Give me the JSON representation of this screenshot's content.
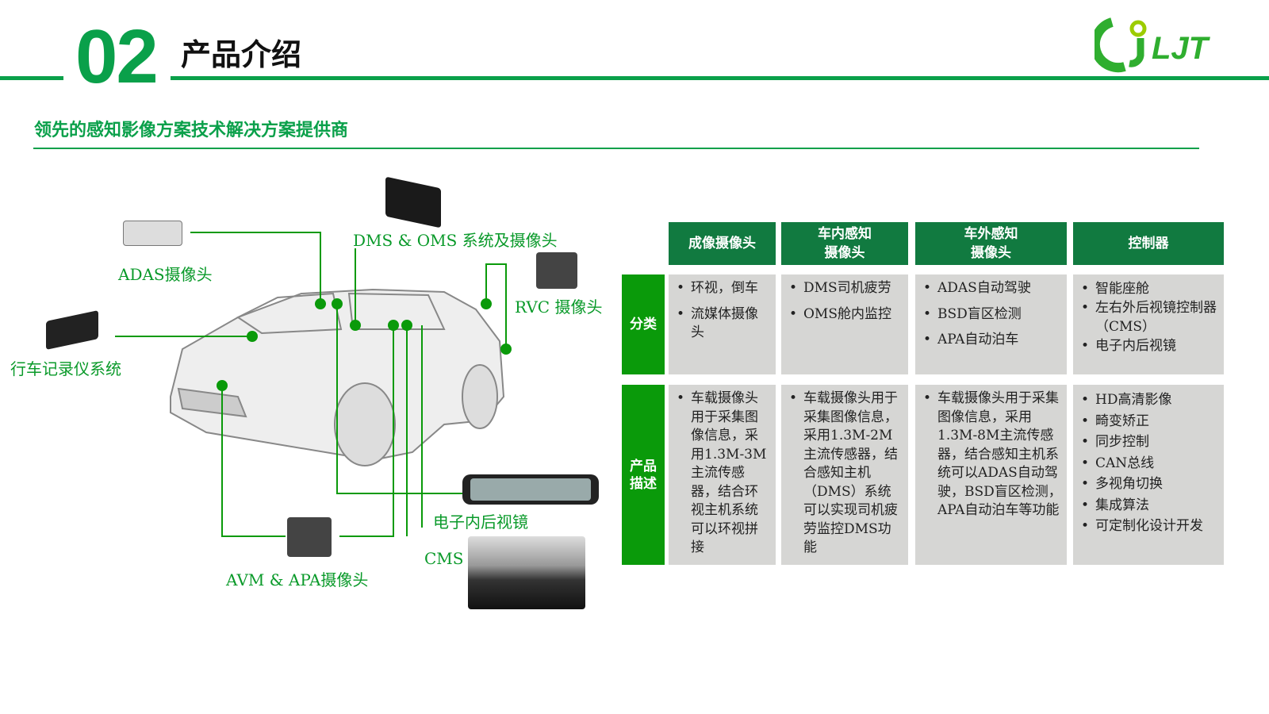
{
  "header": {
    "number": "02",
    "title": "产品介绍",
    "subtitle": "领先的感知影像方案技术解决方案提供商",
    "logo_text": "LJT"
  },
  "diagram": {
    "labels": {
      "adas": "ADAS摄像头",
      "dms": "DMS & OMS 系统及摄像头",
      "rvc": "RVC 摄像头",
      "dvr": "行车记录仪系统",
      "mirror": "电子内后视镜",
      "cms": "CMS",
      "avm": "AVM & APA摄像头"
    }
  },
  "table": {
    "headers": [
      "成像摄像头",
      "车内感知\n摄像头",
      "车外感知\n摄像头",
      "控制器"
    ],
    "rows": [
      {
        "label": "分类",
        "cells": [
          [
            "环视，倒车",
            "流媒体摄像头"
          ],
          [
            "DMS司机疲劳",
            "OMS舱内监控"
          ],
          [
            "ADAS自动驾驶",
            "BSD盲区检测",
            "APA自动泊车"
          ],
          [
            "智能座舱",
            "左右外后视镜控制器（CMS）",
            "电子内后视镜"
          ]
        ]
      },
      {
        "label": "产品\n描述",
        "cells": [
          [
            "车载摄像头用于采集图像信息，采用1.3M-3M主流传感器，结合环视主机系统可以环视拼接"
          ],
          [
            "车载摄像头用于采集图像信息，采用1.3M-2M主流传感器，结合感知主机（DMS）系统可以实现司机疲劳监控DMS功能"
          ],
          [
            "车载摄像头用于采集图像信息，采用1.3M-8M主流传感器，结合感知主机系统可以ADAS自动驾驶，BSD盲区检测，APA自动泊车等功能"
          ],
          [
            "HD高清影像",
            "畸变矫正",
            "同步控制",
            "CAN总线",
            "多视角切换",
            "集成算法",
            "可定制化设计开发"
          ]
        ]
      }
    ]
  },
  "colors": {
    "brand_green": "#0aa04a",
    "header_green": "#117a40",
    "row_green": "#0a9a0a",
    "cell_gray": "#d6d6d4"
  }
}
